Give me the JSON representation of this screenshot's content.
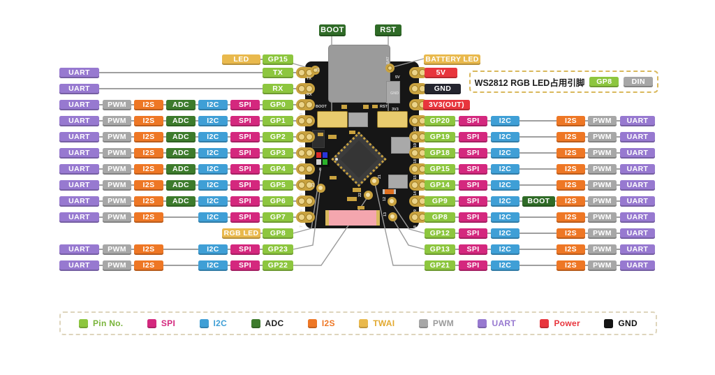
{
  "palette": {
    "pin": "#8dc63f",
    "spi": "#d4287e",
    "i2c": "#3f9fd6",
    "adc": "#3d7b2c",
    "i2s": "#ee7725",
    "twai": "#e9b94d",
    "pwm": "#a7a7a7",
    "uart": "#9779d0",
    "power": "#e8353d",
    "gnd": "#24252f",
    "boot": "#2f6b27",
    "black": "#151515",
    "line": "#9f9f9f",
    "gold": "#c9a23f",
    "board": "#161616"
  },
  "top_buttons": [
    "BOOT",
    "RST"
  ],
  "left_rows": [
    [
      "LED",
      "GP15"
    ],
    [
      "UART",
      "TX"
    ],
    [
      "UART",
      "RX"
    ],
    [
      "UART",
      "PWM",
      "I2S",
      "ADC",
      "I2C",
      "SPI",
      "GP0"
    ],
    [
      "UART",
      "PWM",
      "I2S",
      "ADC",
      "I2C",
      "SPI",
      "GP1"
    ],
    [
      "UART",
      "PWM",
      "I2S",
      "ADC",
      "I2C",
      "SPI",
      "GP2"
    ],
    [
      "UART",
      "PWM",
      "I2S",
      "ADC",
      "I2C",
      "SPI",
      "GP3"
    ],
    [
      "UART",
      "PWM",
      "I2S",
      "ADC",
      "I2C",
      "SPI",
      "GP4"
    ],
    [
      "UART",
      "PWM",
      "I2S",
      "ADC",
      "I2C",
      "SPI",
      "GP5"
    ],
    [
      "UART",
      "PWM",
      "I2S",
      "ADC",
      "I2C",
      "SPI",
      "GP6"
    ],
    [
      "UART",
      "PWM",
      "I2S",
      "I2C",
      "SPI",
      "GP7"
    ],
    [
      "RGB LED",
      "GP8"
    ],
    [
      "UART",
      "PWM",
      "I2S",
      "I2C",
      "SPI",
      "GP23"
    ],
    [
      "UART",
      "PWM",
      "I2S",
      "I2C",
      "SPI",
      "GP22"
    ]
  ],
  "right_rows": [
    [
      "BATTERY LED"
    ],
    [
      "5V"
    ],
    [
      "GND"
    ],
    [
      "3V3(OUT)"
    ],
    [
      "GP20",
      "SPI",
      "I2C",
      "I2S",
      "PWM",
      "UART"
    ],
    [
      "GP19",
      "SPI",
      "I2C",
      "I2S",
      "PWM",
      "UART"
    ],
    [
      "GP18",
      "SPI",
      "I2C",
      "I2S",
      "PWM",
      "UART"
    ],
    [
      "GP15",
      "SPI",
      "I2C",
      "I2S",
      "PWM",
      "UART"
    ],
    [
      "GP14",
      "SPI",
      "I2C",
      "I2S",
      "PWM",
      "UART"
    ],
    [
      "GP9",
      "SPI",
      "I2C",
      "BOOT",
      "I2S",
      "PWM",
      "UART"
    ],
    [
      "GP8",
      "SPI",
      "I2C",
      "I2S",
      "PWM",
      "UART"
    ],
    [
      "GP12",
      "SPI",
      "I2C",
      "I2S",
      "PWM",
      "UART"
    ],
    [
      "GP13",
      "SPI",
      "I2C",
      "I2S",
      "PWM",
      "UART"
    ],
    [
      "GP21",
      "SPI",
      "I2C",
      "I2S",
      "PWM",
      "UART"
    ]
  ],
  "note_box": {
    "text": "WS2812 RGB LED占用引脚",
    "badges": [
      "GP8",
      "DIN"
    ]
  },
  "legend": {
    "items": [
      {
        "label": "Pin No.",
        "swatch": "pin",
        "text_color": "#79b43a"
      },
      {
        "label": "SPI",
        "swatch": "spi",
        "text_color": "#d4287e"
      },
      {
        "label": "I2C",
        "swatch": "i2c",
        "text_color": "#3f9fd6"
      },
      {
        "label": "ADC",
        "swatch": "adc",
        "text_color": "#1d1d1d"
      },
      {
        "label": "I2S",
        "swatch": "i2s",
        "text_color": "#ee7725"
      },
      {
        "label": "TWAI",
        "swatch": "twai",
        "text_color": "#e2a92f"
      },
      {
        "label": "PWM",
        "swatch": "pwm",
        "text_color": "#9b9b9b"
      },
      {
        "label": "UART",
        "swatch": "uart",
        "text_color": "#9779d0"
      },
      {
        "label": "Power",
        "swatch": "power",
        "text_color": "#e8353d"
      },
      {
        "label": "GND",
        "swatch": "black",
        "text_color": "#111111"
      }
    ]
  },
  "board": {
    "buttons": [
      "BOOT",
      "RST"
    ],
    "silkscreen_left": [
      "15",
      "TX",
      "RX",
      "0",
      "1",
      "2",
      "3",
      "4",
      "5",
      "6",
      "7"
    ],
    "silkscreen_right": [
      "BAT",
      "5V",
      "GND",
      "3V3",
      "20",
      "19",
      "18",
      "15",
      "14",
      "9",
      "8"
    ],
    "pad_labels": [
      "8",
      "23",
      "22",
      "21",
      "12",
      "13"
    ]
  }
}
